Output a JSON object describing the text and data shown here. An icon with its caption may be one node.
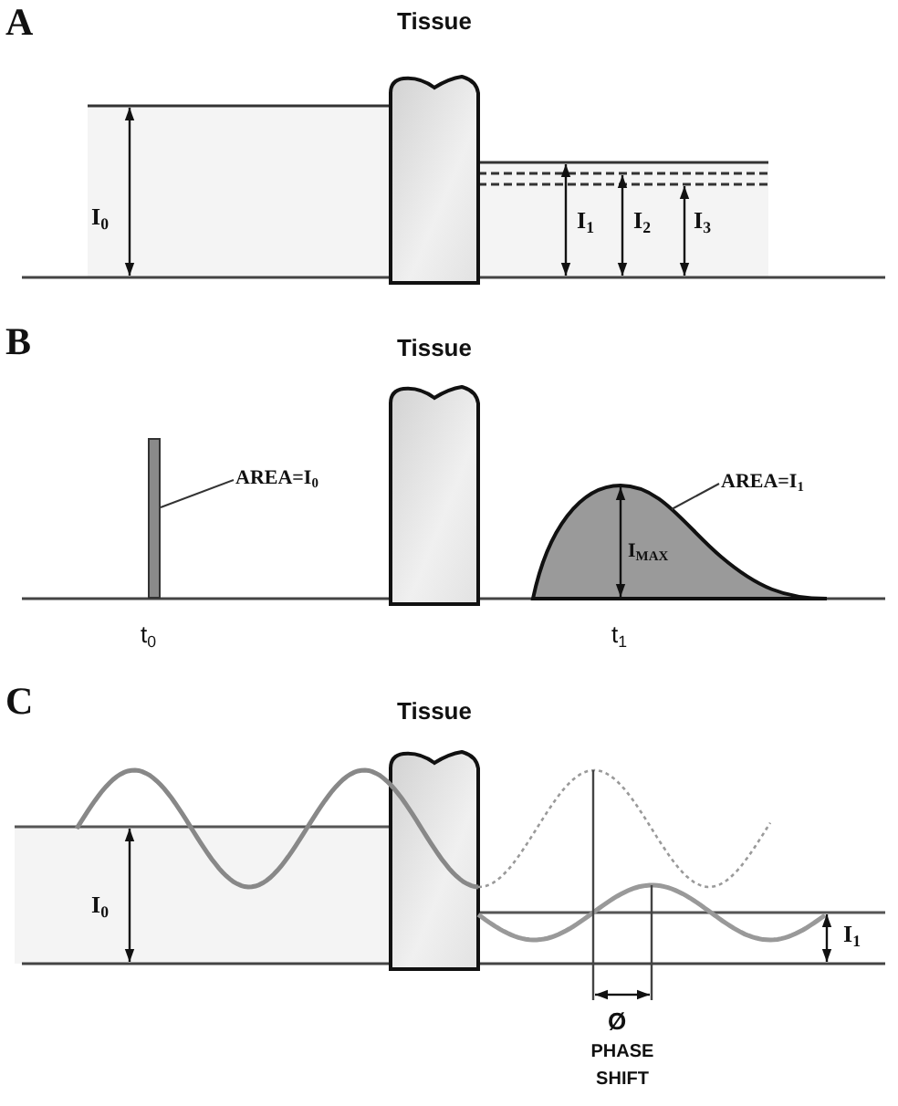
{
  "diagram": {
    "nodes": [
      {
        "text": [
          "Tissue"
        ]
      },
      {
        "text": [
          "Tissue"
        ]
      },
      {
        "text": [],
        "shape": "bar"
      },
      {
        "text": [
          "AREA=I$_{0}$"
        ]
      },
      {
        "text": [
          "AREA=I$_{1}$"
        ]
      },
      {
        "text": [],
        "shape": "curve"
      },
      {
        "text": [
          "Tissue"
        ]
      }
    ],
    "edges": [
      {
        "from": 3,
        "to": 2,
        "arrow": "none"
      },
      {
        "from": 4,
        "to": 5,
        "arrow": "none"
      }
    ],
    "labels": [
      "A",
      "I$_{0}$",
      "I$_{1}$",
      "I$_{2}$",
      "I$_{3}$",
      "B",
      "I$_{MAX}$",
      "t$_{0}$",
      "t$_{1}$",
      "C",
      "I$_{0}$",
      "I$_{1}$",
      "Ø",
      "PHASE SHIFT"
    ]
  }
}
